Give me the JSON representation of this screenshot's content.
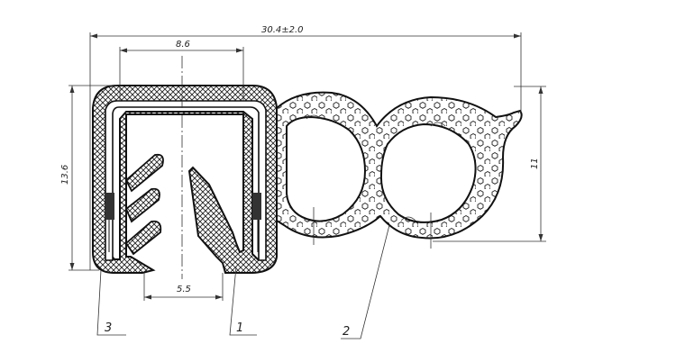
{
  "dimensions": {
    "overall_width": "30.4±2.0",
    "channel_width_top": "8.6",
    "channel_width_bottom": "5.5",
    "left_height": "13.6",
    "bulb_height": "11"
  },
  "callouts": {
    "label_3": "3",
    "label_1": "1",
    "label_2": "2"
  }
}
